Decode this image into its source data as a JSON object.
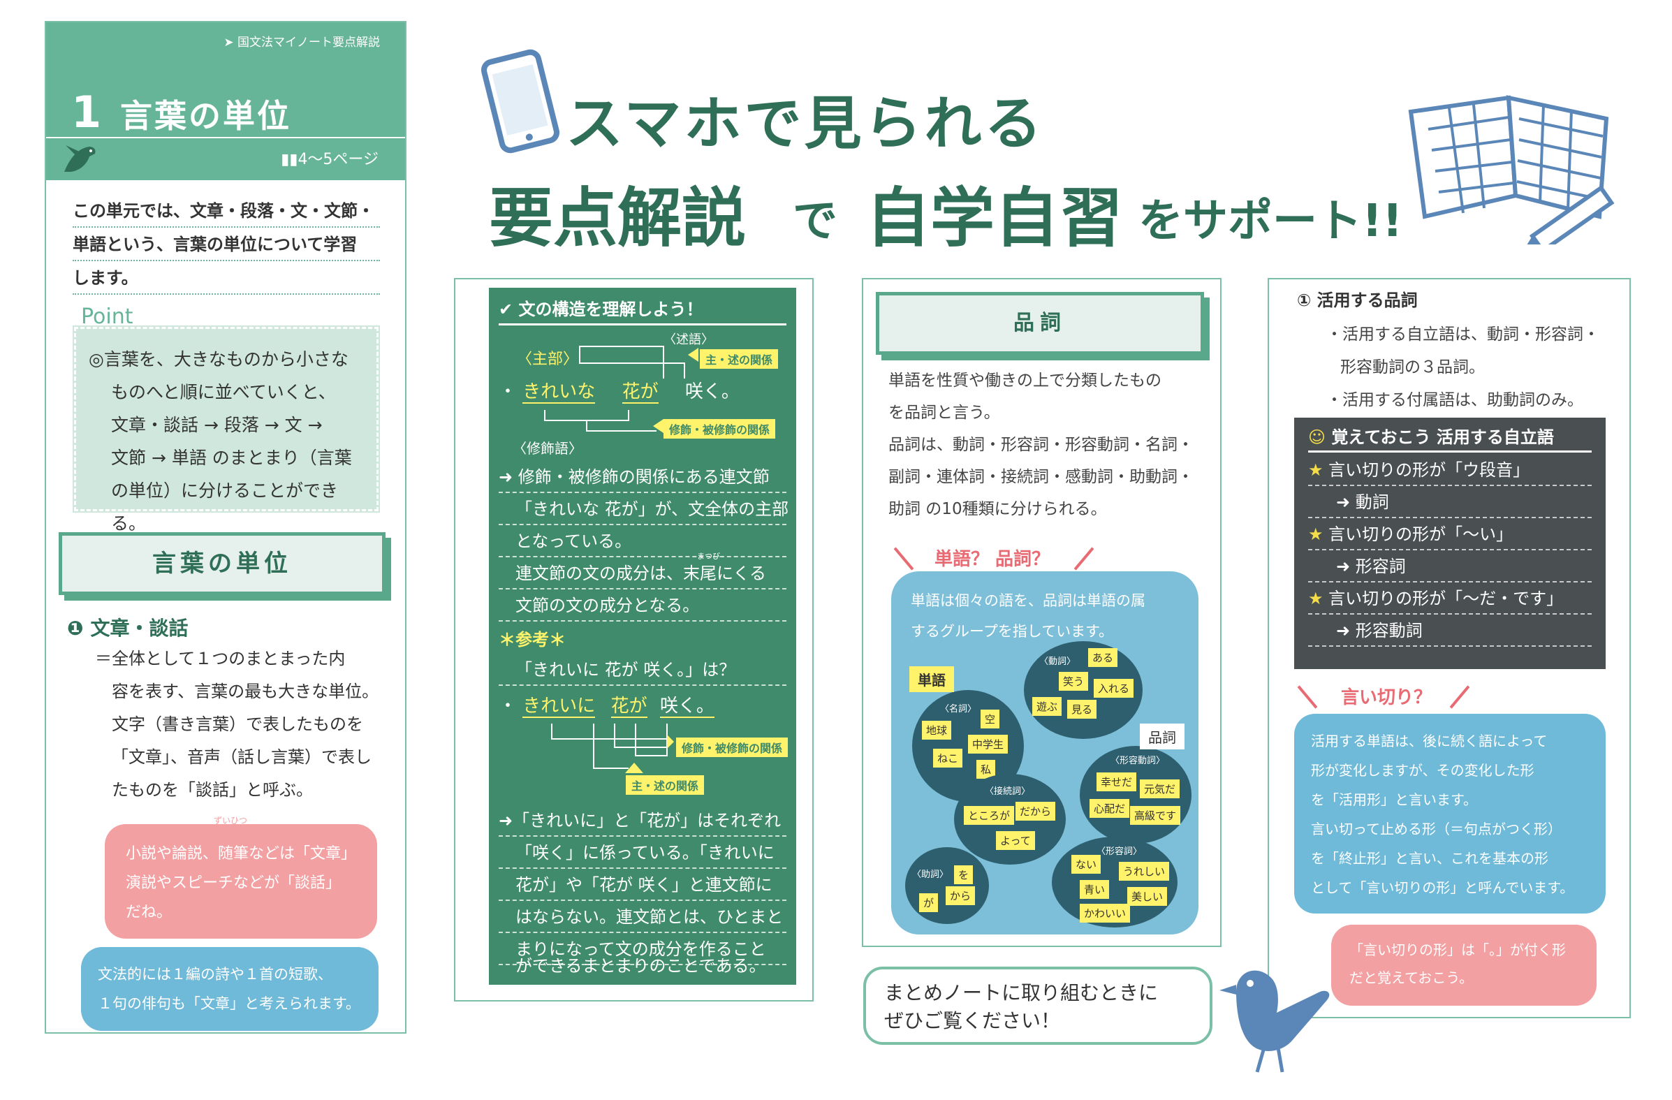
{
  "colors": {
    "green": "#66b598",
    "dark_green": "#2f6e57",
    "board": "#3f8b6b",
    "pink": "#f3a0a3",
    "blue": "#6fbad9",
    "yellow": "#fff36b",
    "chalk": "#4a4f52",
    "icon_blue": "#5b87b8"
  },
  "headline": {
    "line1": "スマホで見られる",
    "line2_a": "要点解説",
    "line2_b": "で",
    "line2_c": "自学自習",
    "line2_d": "をサポート!!"
  },
  "panel1": {
    "breadcrumb": "国文法マイノート要点解説",
    "number": "1",
    "title": "言葉の単位",
    "pages": "4～5ページ",
    "intro": [
      "この単元では、文章・段落・文・文節・",
      "単語という、言葉の単位について学習",
      "します。"
    ],
    "point_label": "Point",
    "point_lines": [
      "◎言葉を、大きなものから小さな",
      "ものへと順に並べていくと、",
      "文章・談話 → 段落 → 文 →",
      "文節 → 単語 のまとまり（言葉",
      "の単位）に分けることができる。"
    ],
    "section_title": "言葉の単位",
    "item_title": "❶ 文章・談話",
    "item_lines": [
      "＝全体として１つのまとまった内",
      "容を表す、言葉の最も大きな単位。",
      "文字（書き言葉）で表したものを",
      "「文章」、音声（話し言葉）で表し",
      "たものを「談話」と呼ぶ。"
    ],
    "ruby": "ずいひつ",
    "bubble_pink": [
      "小説や論説、随筆などは「文章」",
      "演説やスピーチなどが「談話」",
      "だね。"
    ],
    "bubble_blue": [
      "文法的には１編の詩や１首の短歌、",
      "１句の俳句も「文章」と考えられます。"
    ]
  },
  "panel2": {
    "header": "✔ 文の構造を理解しよう！",
    "jutsugo": "〈述語〉",
    "shugo": "〈主部〉",
    "tag1": "主・述の関係",
    "tag2": "修飾・被修飾の関係",
    "sentence_dot": "・",
    "w_kireina": "きれいな",
    "w_hanaga": "花が",
    "w_saku": "咲く。",
    "shushokugo": "〈修飾語〉",
    "lines": [
      "➜ 修飾・被修飾の関係にある連文節",
      "「きれいな 花が」が、文全体の主部",
      "となっている。",
      "連文節の文の成分は、末尾にくる",
      "文節の文の成分となる。"
    ],
    "ruby": "まつび",
    "sanko": "＊参考＊",
    "q_line": "「きれいに 花が 咲く。」は？",
    "w2_kireini": "きれいに",
    "w2_hanaga": "花が",
    "w2_saku": "咲く。",
    "tag3": "修飾・被修飾の関係",
    "tag4": "主・述の関係",
    "lines2": [
      "➜「きれいに」と「花が」はそれぞれ",
      "「咲く」に係っている。「きれいに",
      "花が」や「花が 咲く」と連文節に",
      "はならない。連文節とは、ひとまと",
      "まりになって文の成分を作ること",
      "ができるまとまりのことである。"
    ]
  },
  "panel3": {
    "title": "品詞",
    "body": [
      "単語を性質や働きの上で分類したもの",
      "を品詞と言う。",
      "品詞は、動詞・形容詞・形容動詞・名詞・",
      "副詞・連体詞・接続詞・感動詞・助動詞・",
      "助詞 の10種類に分けられる。"
    ],
    "question": "単語？ 品詞？",
    "cloud_text": [
      "単語は個々の語を、品詞は単語の属",
      "するグループを指しています。"
    ],
    "tag_tango": "単語",
    "tag_hinshi": "品詞",
    "groups": [
      {
        "label": "〈名詞〉",
        "words": [
          "地球",
          "空",
          "中学生",
          "ねこ",
          "私"
        ]
      },
      {
        "label": "〈動詞〉",
        "words": [
          "ある",
          "笑う",
          "入れる",
          "遊ぶ",
          "見る"
        ]
      },
      {
        "label": "〈形容動詞〉",
        "words": [
          "幸せだ",
          "元気だ",
          "心配だ",
          "高級です"
        ]
      },
      {
        "label": "〈接続詞〉",
        "words": [
          "ところが",
          "だから",
          "よって"
        ]
      },
      {
        "label": "〈助詞〉",
        "words": [
          "を",
          "が",
          "から"
        ]
      },
      {
        "label": "〈形容詞〉",
        "words": [
          "ない",
          "うれしい",
          "青い",
          "美しい",
          "かわいい"
        ]
      }
    ]
  },
  "panel4": {
    "heading": "① 活用する品詞",
    "lines": [
      "・活用する自立語は、動詞・形容詞・",
      "形容動詞の３品詞。",
      "・活用する付属語は、助動詞のみ。"
    ],
    "chalk_title": "覚えておこう 活用する自立語",
    "smile": "☺",
    "rows": [
      {
        "star": "★",
        "text": "言い切りの形が「ウ段音」",
        "result": "➜ 動詞"
      },
      {
        "star": "★",
        "text": "言い切りの形が「～い」",
        "result": "➜ 形容詞"
      },
      {
        "star": "★",
        "text": "言い切りの形が「～だ・です」",
        "result": "➜ 形容動詞"
      }
    ],
    "question": "言い切り？",
    "bubble_blue": [
      "活用する単語は、後に続く語によって",
      "形が変化しますが、その変化した形",
      "を「活用形」と言います。",
      "言い切って止める形（＝句点がつく形）",
      "を「終止形」と言い、これを基本の形",
      "として「言い切りの形」と呼んでいます。"
    ],
    "bubble_pink": [
      "「言い切りの形」は「。」が付く形",
      "だと覚えておこう。"
    ]
  },
  "footer_bubble": [
    "まとめノートに取り組むときに",
    "ぜひご覧ください！"
  ]
}
